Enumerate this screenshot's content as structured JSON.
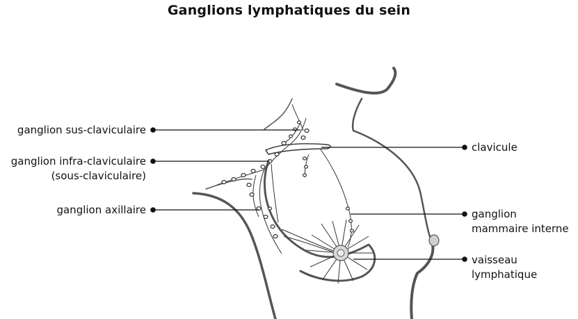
{
  "title": "Ganglions lymphatiques du sein",
  "labels": {
    "sus_claviculaire": "ganglion sus-claviculaire",
    "infra_claviculaire_l1": "ganglion infra-claviculaire",
    "infra_claviculaire_l2": "(sous-claviculaire)",
    "axillaire": "ganglion axillaire",
    "clavicule": "clavicule",
    "mammaire_interne_l1": "ganglion",
    "mammaire_interne_l2": "mammaire interne",
    "vaisseau_l1": "vaisseau",
    "vaisseau_l2": "lymphatique"
  },
  "colors": {
    "outline": "#555555",
    "line": "#111111",
    "areola": "#d9d9d9"
  }
}
